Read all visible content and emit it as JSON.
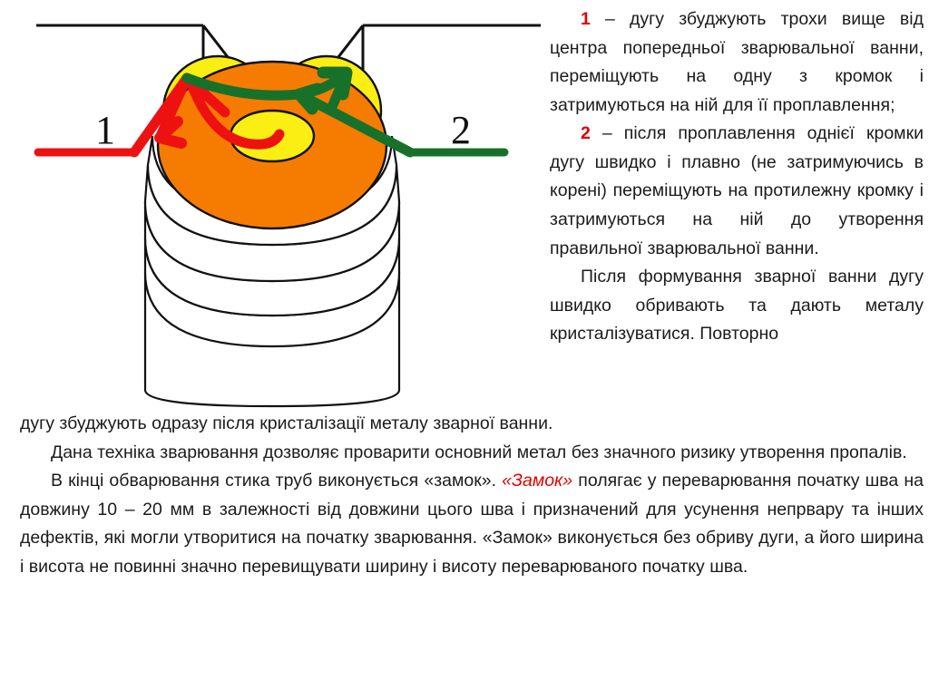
{
  "document": {
    "language": "uk",
    "kind": "technical-illustration-with-explanatory-text"
  },
  "colors": {
    "weld_pool_orange": "#F57C00",
    "weld_pool_yellow": "#FAEE12",
    "bead_white": "#FFFFFF",
    "outline_black": "#000000",
    "arrow_red": "#EE1111",
    "arrow_green": "#17712B",
    "marker_red": "#E00000",
    "text_black": "#1B1B1B"
  },
  "diagram": {
    "name": "root-pass-weaving-technique",
    "labels": {
      "one": "1",
      "two": "2"
    },
    "parts": [
      "left-plate",
      "right-plate",
      "left-bevel",
      "right-bevel",
      "left-yellow-pool-edge",
      "right-yellow-pool-edge",
      "weld-pool-orange-torus",
      "weld-pool-yellow-core",
      "weld-bead-stack",
      "red-weave-arrow",
      "green-weave-arrow",
      "red-leader-line",
      "green-leader-line"
    ]
  },
  "side_text": {
    "para_1": {
      "marker": "1",
      "dash": " – ",
      "body": "дугу збуджують трохи вище від центра попередньої зварювальної ванни, переміщують на одну з кромок і затримуються на ній для її проплавлення;"
    },
    "para_2": {
      "marker": "2",
      "dash": " – ",
      "body": "після проплавлення однієї кромки дугу швидко і плавно (не затримуючись в корені) переміщують на протилежну кромку і затримуються на ній до утворення правильної зварювальної ванни."
    },
    "para_3": {
      "body": "Після формування зварної ванни дугу швидко обривають та дають металу кристалізуватися. Повторно"
    }
  },
  "bottom_text": {
    "para_3_continuation": "дугу збуджують одразу після кристалізації металу зварної ванни.",
    "para_4": "Дана техніка зварювання дозволяє проварити основний метал без значного ризику утворення пропалів.",
    "para_5": {
      "before_highlight": "В кінці обварювання стика труб виконується «замок». ",
      "highlight": "«Замок»",
      "after_highlight": " полягає у переварювання початку шва на довжину 10 – 20 мм в залежності від довжини цього шва і призначений для усунення непрвару та інших дефектів, які могли утворитися на початку зварювання. «Замок» виконується без обриву дуги, а його ширина і висота не повинні значно перевищувати ширину і висоту переварюваного початку шва."
    }
  }
}
